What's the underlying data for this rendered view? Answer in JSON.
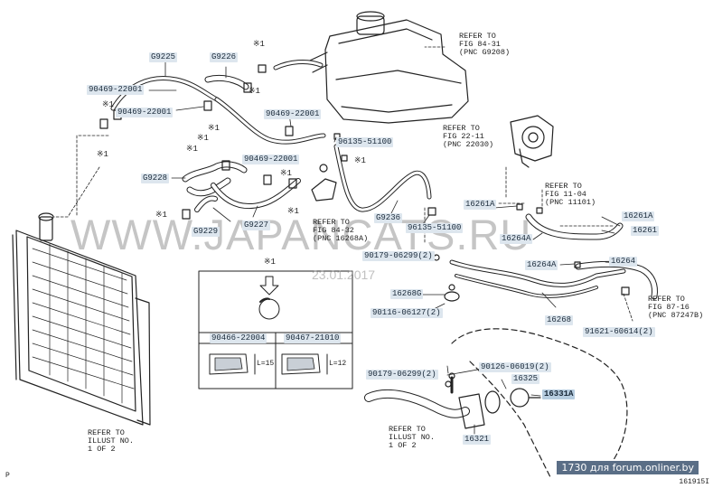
{
  "watermark": {
    "site": "WWW.JAPANCATS.RU",
    "date": "23.01.2017"
  },
  "forum_badge": "1730 для forum.onliner.by",
  "corner": {
    "left": "P",
    "right": "161915I"
  },
  "parts": {
    "g9225": "G9225",
    "g9226": "G9226",
    "g9228": "G9228",
    "g9227": "G9227",
    "g9229": "G9229",
    "g9236": "G9236",
    "p90469a": "90469-22001",
    "p90469b": "90469-22001",
    "p90469c": "90469-22001",
    "p90469d": "90469-22001",
    "p96135a": "96135-51100",
    "p96135b": "96135-51100",
    "p90179a": "90179-06299(2)",
    "p90179b": "90179-06299(2)",
    "p16268g": "16268G",
    "p90116": "90116-06127(2)",
    "p16268": "16268",
    "p16261a1": "16261A",
    "p16261a2": "16261A",
    "p16261": "16261",
    "p16264a1": "16264A",
    "p16264a2": "16264A",
    "p16264": "16264",
    "p91621": "91621-60614(2)",
    "p90126": "90126-06019(2)",
    "p16325": "16325",
    "p16331a": "16331A",
    "p16321": "16321",
    "detail_left": "90466-22004",
    "detail_right": "90467-21010"
  },
  "notes": {
    "m1": "※1",
    "m2": "※1",
    "m3": "※1",
    "m4": "※1",
    "m5": "※1",
    "m6": "※1",
    "m7": "※1",
    "m8": "※1",
    "m9": "※1",
    "m10": "※1",
    "m11": "※1",
    "detail_mark": "※1",
    "len_left": "L=15",
    "len_right": "L=12"
  },
  "refs": {
    "r8431": "REFER TO\nFIG 84-31\n(PNC G9208)",
    "r2211": "REFER TO\nFIG 22-11\n(PNC 22030)",
    "r1104": "REFER TO\nFIG 11-04\n(PNC 11101)",
    "r8432": "REFER TO\nFIG 84-32\n(PNC 16268A)",
    "r8716": "REFER TO\nFIG 87-16\n(PNC 87247B)",
    "ill_left": "REFER TO\nILLUST NO.\n1 OF 2",
    "ill_mid": "REFER TO\nILLUST NO.\n1 OF 2"
  }
}
